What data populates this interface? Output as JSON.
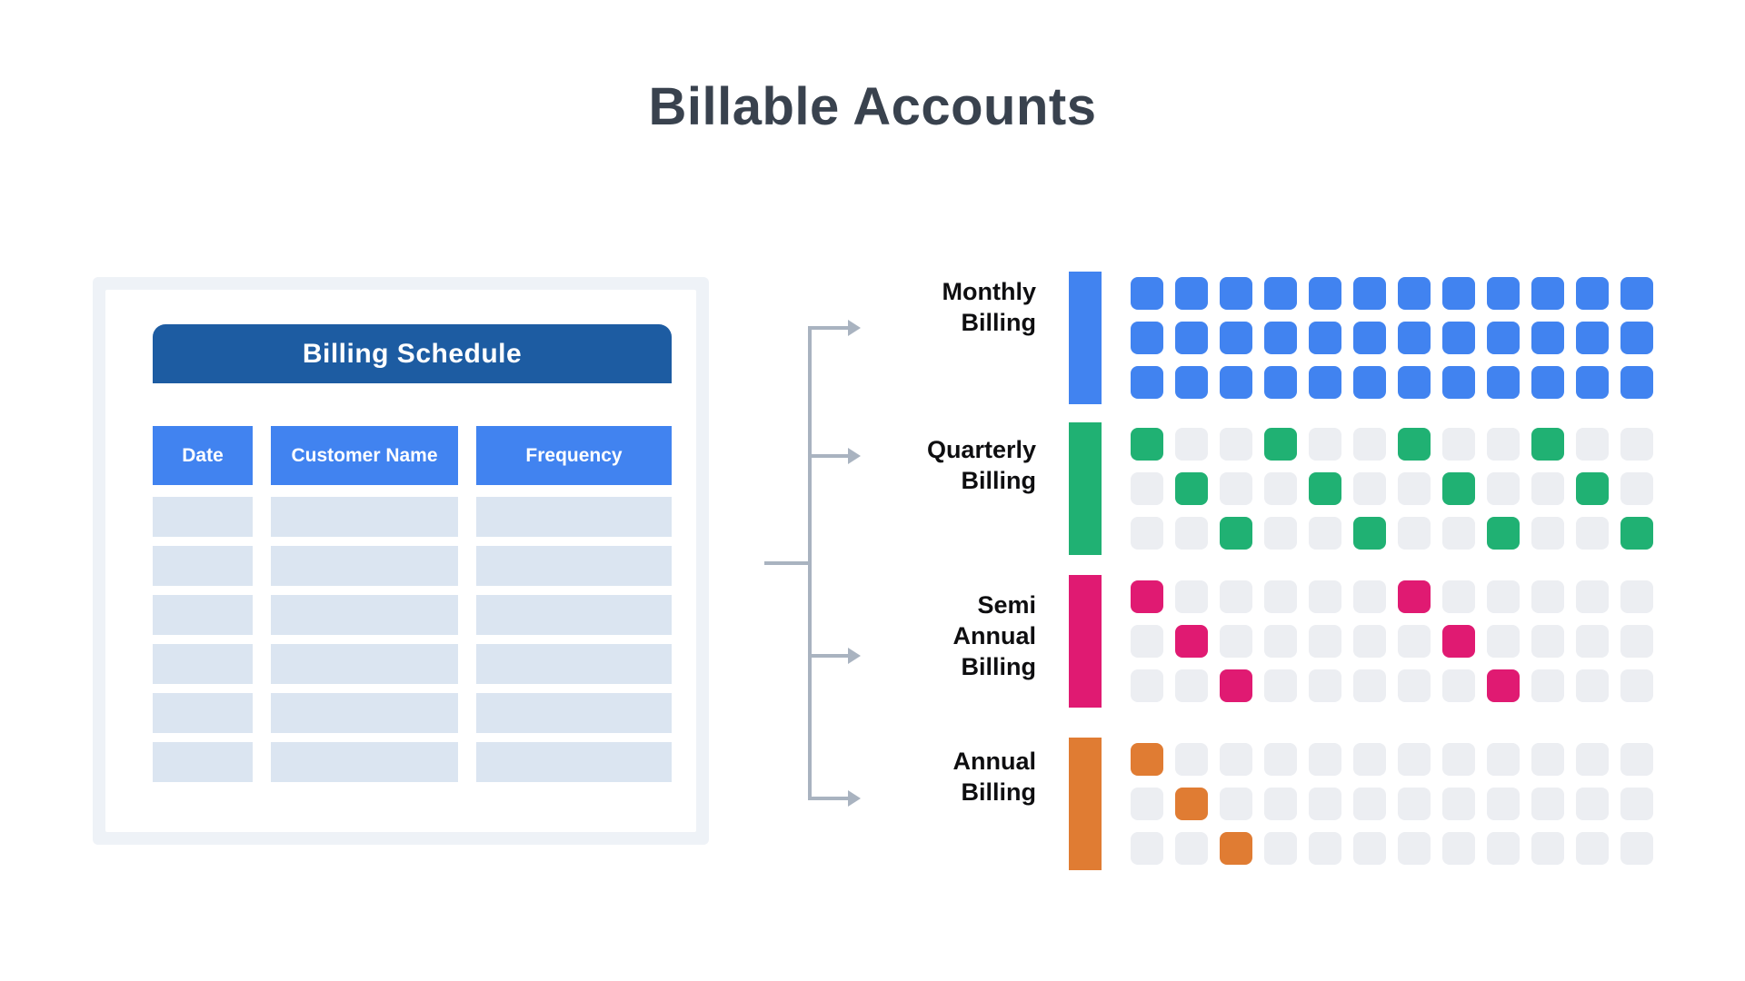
{
  "title": "Billable Accounts",
  "table": {
    "title": "Billing Schedule",
    "columns": [
      "Date",
      "Customer Name",
      "Frequency"
    ],
    "empty_row_count": 6
  },
  "sections": [
    {
      "id": "monthly",
      "label_lines": [
        "Monthly",
        "Billing"
      ],
      "color": "#4183f0",
      "grid": [
        [
          1,
          1,
          1,
          1,
          1,
          1,
          1,
          1,
          1,
          1,
          1,
          1
        ],
        [
          1,
          1,
          1,
          1,
          1,
          1,
          1,
          1,
          1,
          1,
          1,
          1
        ],
        [
          1,
          1,
          1,
          1,
          1,
          1,
          1,
          1,
          1,
          1,
          1,
          1
        ]
      ]
    },
    {
      "id": "quarterly",
      "label_lines": [
        "Quarterly",
        "Billing"
      ],
      "color": "#20b173",
      "grid": [
        [
          1,
          0,
          0,
          1,
          0,
          0,
          1,
          0,
          0,
          1,
          0,
          0
        ],
        [
          0,
          1,
          0,
          0,
          1,
          0,
          0,
          1,
          0,
          0,
          1,
          0
        ],
        [
          0,
          0,
          1,
          0,
          0,
          1,
          0,
          0,
          1,
          0,
          0,
          1
        ]
      ]
    },
    {
      "id": "semi-annual",
      "label_lines": [
        "Semi",
        "Annual",
        "Billing"
      ],
      "color": "#e01a72",
      "grid": [
        [
          1,
          0,
          0,
          0,
          0,
          0,
          1,
          0,
          0,
          0,
          0,
          0
        ],
        [
          0,
          1,
          0,
          0,
          0,
          0,
          0,
          1,
          0,
          0,
          0,
          0
        ],
        [
          0,
          0,
          1,
          0,
          0,
          0,
          0,
          0,
          1,
          0,
          0,
          0
        ]
      ]
    },
    {
      "id": "annual",
      "label_lines": [
        "Annual",
        "Billing"
      ],
      "color": "#e07c33",
      "grid": [
        [
          1,
          0,
          0,
          0,
          0,
          0,
          0,
          0,
          0,
          0,
          0,
          0
        ],
        [
          0,
          1,
          0,
          0,
          0,
          0,
          0,
          0,
          0,
          0,
          0,
          0
        ],
        [
          0,
          0,
          1,
          0,
          0,
          0,
          0,
          0,
          0,
          0,
          0,
          0
        ]
      ]
    }
  ],
  "colors": {
    "banner_blue": "#1d5ca2",
    "header_blue": "#4183f0",
    "row_fill": "#dbe5f1",
    "card_frame": "#eef2f7",
    "empty_cell": "#eceef2",
    "arrow_gray": "#a9b3c0",
    "title_text": "#39424e",
    "monthly_blue": "#4183f0",
    "quarterly_green": "#20b173",
    "semi_annual_pink": "#e01a72",
    "annual_orange": "#e07c33"
  }
}
